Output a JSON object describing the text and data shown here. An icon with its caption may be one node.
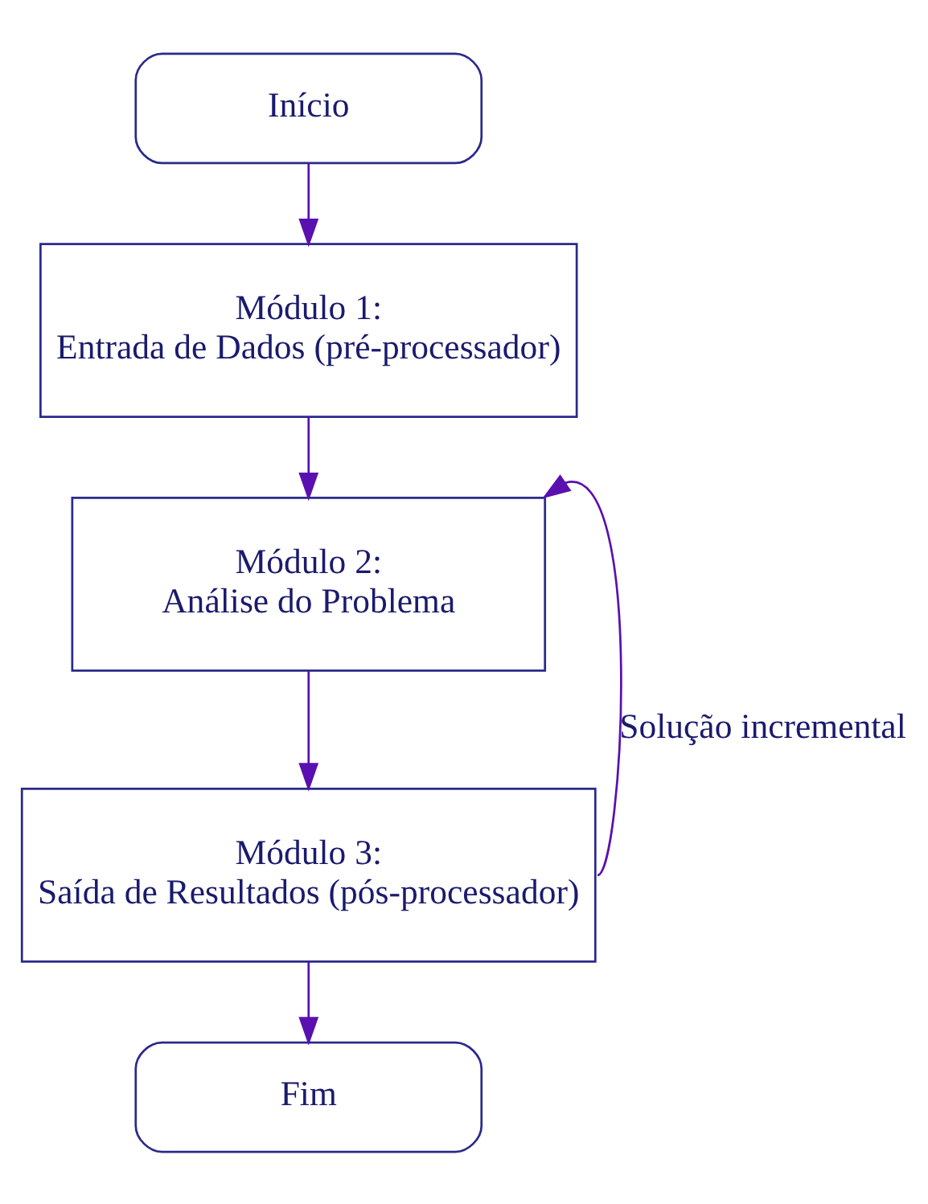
{
  "diagram": {
    "nodes": [
      {
        "text": [
          "Início"
        ]
      },
      {
        "text": [
          "Módulo 1:",
          "Entrada de Dados (pré-processador)"
        ]
      },
      {
        "text": [
          "Módulo 2:",
          "Análise do Problema"
        ]
      },
      {
        "text": [
          "Módulo 3:",
          "Saída de Resultados (pós-processador)"
        ]
      },
      {
        "text": [
          "Fim"
        ]
      }
    ],
    "edges": [
      {
        "from": 0,
        "to": 1,
        "arrow": "to"
      },
      {
        "from": 1,
        "to": 2,
        "arrow": "to"
      },
      {
        "from": 2,
        "to": 3,
        "arrow": "to"
      },
      {
        "from": 3,
        "to": 4,
        "arrow": "to"
      },
      {
        "from": 3,
        "to": 2,
        "arrow": "to",
        "label": "Solução incremental"
      }
    ]
  }
}
